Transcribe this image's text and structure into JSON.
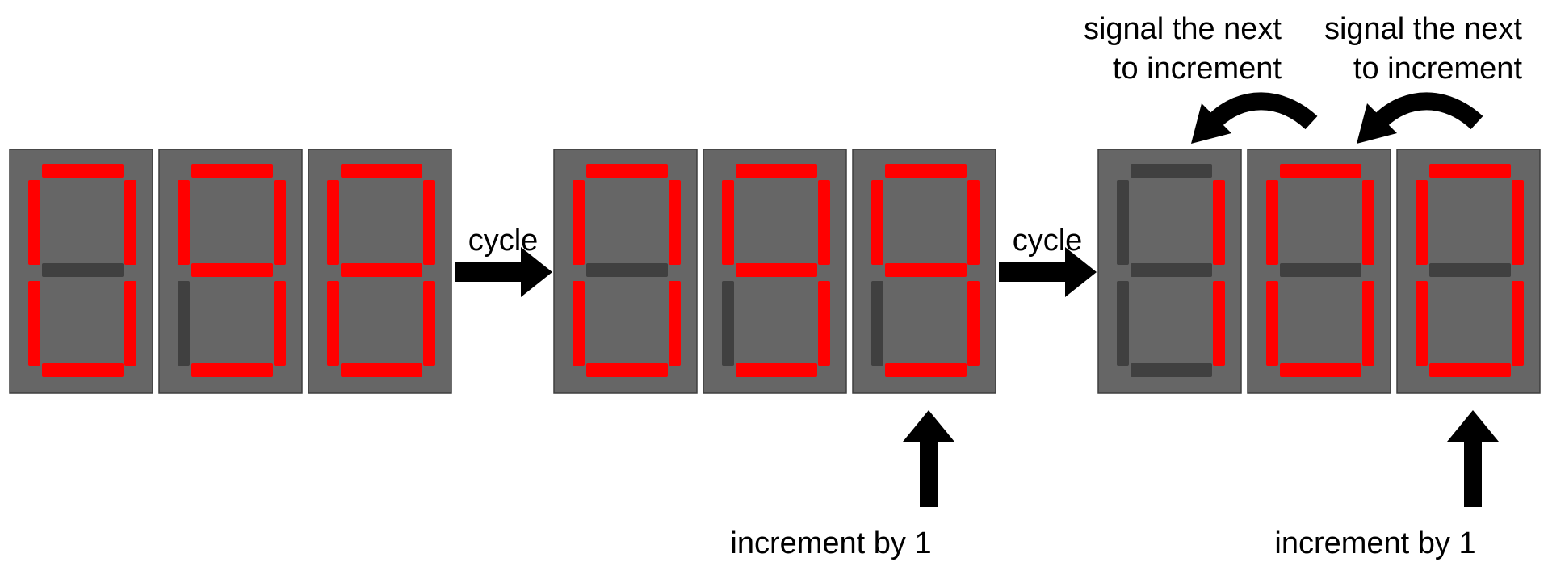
{
  "colors": {
    "background": "#ffffff",
    "digit_body": "#666666",
    "digit_border": "#3f3f3f",
    "segment_on": "#ff0000",
    "segment_off": "#404040",
    "arrow": "#000000"
  },
  "groups": [
    {
      "digits": [
        {
          "segments": {
            "a": true,
            "b": true,
            "c": true,
            "d": true,
            "e": true,
            "f": true,
            "g": false
          }
        },
        {
          "segments": {
            "a": true,
            "b": true,
            "c": true,
            "d": true,
            "e": false,
            "f": true,
            "g": true
          }
        },
        {
          "segments": {
            "a": true,
            "b": true,
            "c": true,
            "d": true,
            "e": true,
            "f": true,
            "g": true
          }
        }
      ]
    },
    {
      "digits": [
        {
          "segments": {
            "a": true,
            "b": true,
            "c": true,
            "d": true,
            "e": true,
            "f": true,
            "g": false
          }
        },
        {
          "segments": {
            "a": true,
            "b": true,
            "c": true,
            "d": true,
            "e": false,
            "f": true,
            "g": true
          }
        },
        {
          "segments": {
            "a": true,
            "b": true,
            "c": true,
            "d": true,
            "e": false,
            "f": true,
            "g": true
          }
        }
      ]
    },
    {
      "digits": [
        {
          "segments": {
            "a": false,
            "b": true,
            "c": true,
            "d": false,
            "e": false,
            "f": false,
            "g": false
          }
        },
        {
          "segments": {
            "a": true,
            "b": true,
            "c": true,
            "d": true,
            "e": true,
            "f": true,
            "g": false
          }
        },
        {
          "segments": {
            "a": true,
            "b": true,
            "c": true,
            "d": true,
            "e": true,
            "f": true,
            "g": false
          }
        }
      ]
    }
  ],
  "labels": {
    "cycle_1": "cycle",
    "cycle_2": "cycle",
    "signal_1_line1": "signal the next",
    "signal_1_line2": "to increment",
    "signal_2_line1": "signal the next",
    "signal_2_line2": "to increment",
    "increment_1": "increment by 1",
    "increment_2": "increment by 1"
  }
}
